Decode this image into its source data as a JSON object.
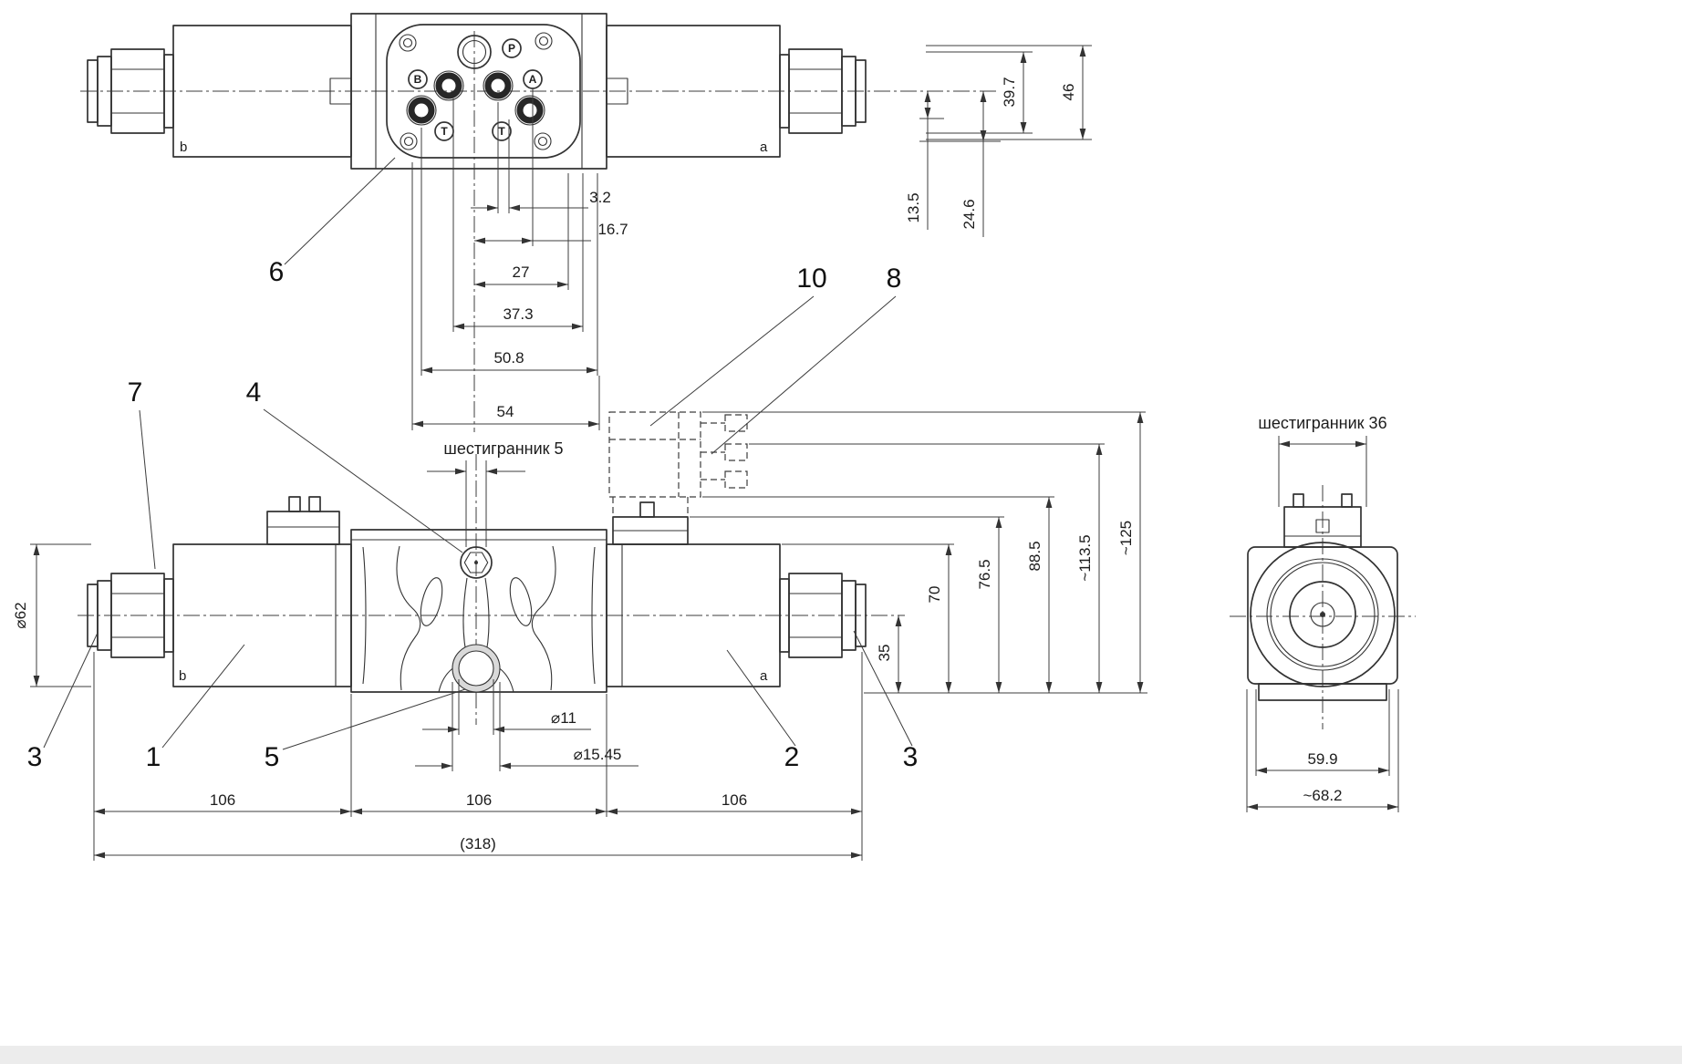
{
  "colors": {
    "line": "#333333",
    "dim": "#3c3c3c",
    "bg": "#ffffff",
    "shade": "#d9d9d9",
    "footer": "#ececec"
  },
  "ports": {
    "p": "P",
    "a": "A",
    "b": "B",
    "t1": "T",
    "t2": "T"
  },
  "markers": {
    "top_b": "b",
    "top_a": "a",
    "front_b": "b",
    "front_a": "a"
  },
  "callouts": {
    "n1": "1",
    "n2": "2",
    "n3l": "3",
    "n3r": "3",
    "n4": "4",
    "n5": "5",
    "n6": "6",
    "n7": "7",
    "n8": "8",
    "n10": "10"
  },
  "texts": {
    "hex5": "шестигранник 5",
    "hex36": "шестигранник 36"
  },
  "dims": {
    "top_h": {
      "d32": "3.2",
      "d167": "16.7",
      "d27": "27",
      "d373": "37.3",
      "d508": "50.8",
      "d54": "54"
    },
    "top_v": {
      "d135": "13.5",
      "d246": "24.6",
      "d397": "39.7",
      "d46": "46"
    },
    "front_v": {
      "d35": "35",
      "d70": "70",
      "d765": "76.5",
      "d885": "88.5",
      "d1135": "~113.5",
      "d125": "~125"
    },
    "front_l": {
      "d62": "⌀62"
    },
    "front_b": {
      "d11": "⌀11",
      "d1545": "⌀15.45",
      "d106a": "106",
      "d106b": "106",
      "d106c": "106",
      "d318": "(318)"
    },
    "side_b": {
      "d599": "59.9",
      "d682": "~68.2"
    }
  }
}
